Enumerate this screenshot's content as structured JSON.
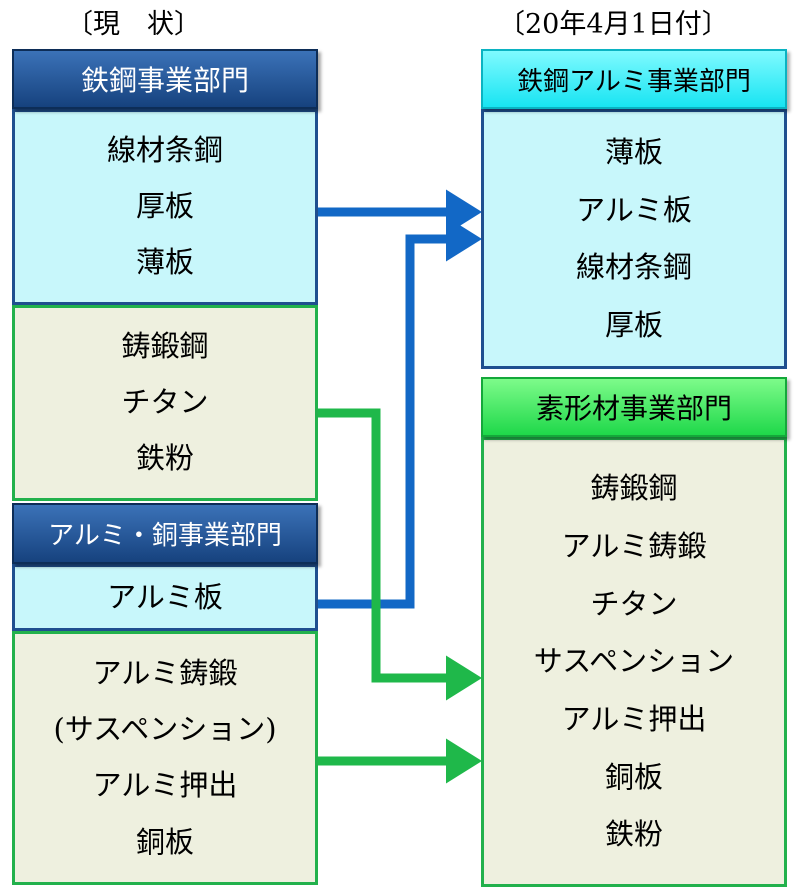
{
  "headers": {
    "current": "〔現　状〕",
    "future": "〔20年4月1日付〕"
  },
  "left": {
    "steel_dept": {
      "title": "鉄鋼事業部門",
      "blue_items": [
        "線材条鋼",
        "厚板",
        "薄板"
      ],
      "green_items": [
        "鋳鍛鋼",
        "チタン",
        "鉄粉"
      ]
    },
    "alcu_dept": {
      "title": "アルミ・銅事業部門",
      "blue_items": [
        "アルミ板"
      ],
      "green_items": [
        "アルミ鋳鍛",
        "(サスペンション)",
        "アルミ押出",
        "銅板"
      ]
    }
  },
  "right": {
    "steel_al_dept": {
      "title": "鉄鋼アルミ事業部門",
      "items": [
        "薄板",
        "アルミ板",
        "線材条鋼",
        "厚板"
      ]
    },
    "materials_dept": {
      "title": "素形材事業部門",
      "items": [
        "鋳鍛鋼",
        "アルミ鋳鍛",
        "チタン",
        "サスペンション",
        "アルミ押出",
        "銅板",
        "鉄粉"
      ]
    }
  },
  "colors": {
    "blue_arrow": "#1268c6",
    "green_arrow": "#1fb84a"
  }
}
